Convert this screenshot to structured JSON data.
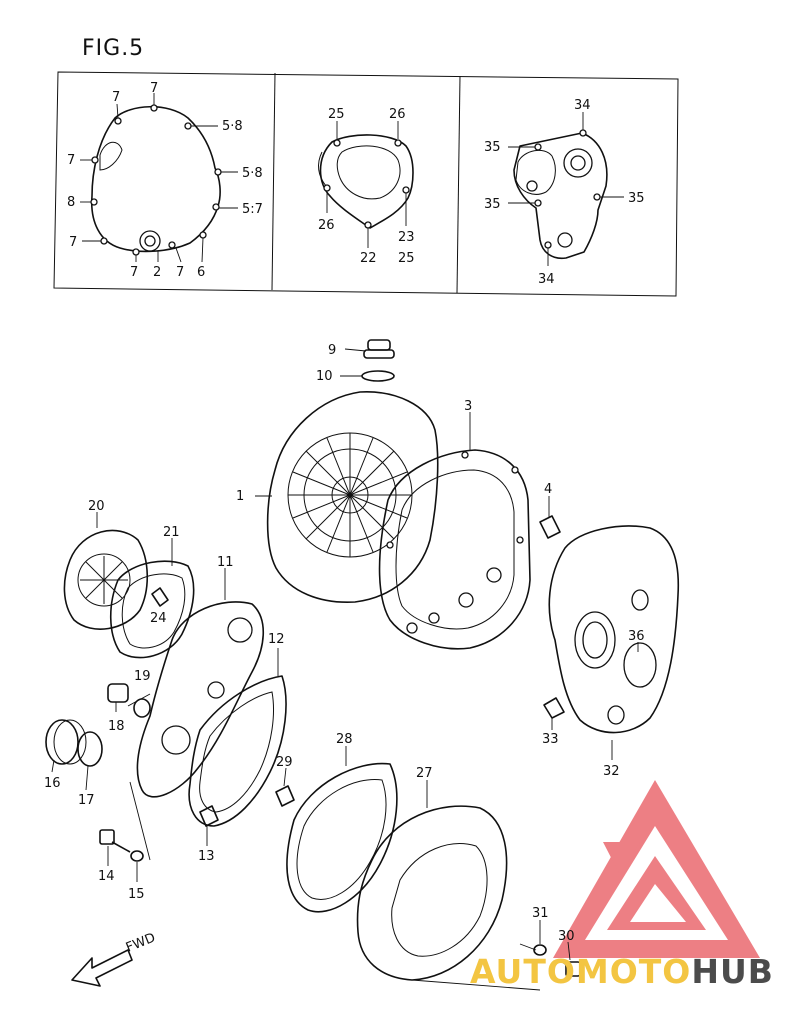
{
  "figure": {
    "title": "FIG.5"
  },
  "panels": {
    "left": {
      "labels": [
        "7",
        "7",
        "5·8",
        "7",
        "5·8",
        "8",
        "5:7",
        "7",
        "7",
        "2",
        "7",
        "6"
      ]
    },
    "middle": {
      "labels": [
        "25",
        "26",
        "26",
        "23",
        "22",
        "25"
      ]
    },
    "right": {
      "labels": [
        "34",
        "35",
        "35",
        "35",
        "34"
      ]
    }
  },
  "callouts": [
    "1",
    "3",
    "4",
    "9",
    "10",
    "11",
    "12",
    "13",
    "14",
    "15",
    "16",
    "17",
    "18",
    "19",
    "20",
    "21",
    "24",
    "27",
    "28",
    "29",
    "30",
    "31",
    "32",
    "33",
    "36"
  ],
  "arrow": {
    "label": "FWD"
  },
  "watermark": {
    "part1": "AUTO",
    "part2": "MOTO",
    "part3": "HUB",
    "color_logo": "#e8555c",
    "color_text_a": "#f3c542",
    "color_text_b": "#4b4b4b"
  }
}
